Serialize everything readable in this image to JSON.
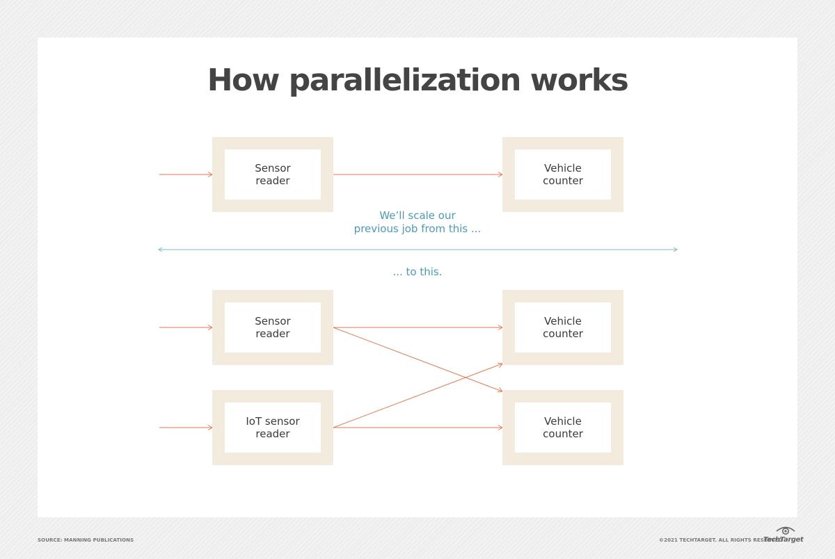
{
  "title": "How parallelization works",
  "top_diagram": {
    "source_node": "Sensor\nreader",
    "target_node": "Vehicle\ncounter"
  },
  "caption_before": "We’ll scale our\nprevious job from this ...",
  "caption_after": "... to this.",
  "bottom_diagram": {
    "source_nodes": [
      "Sensor\nreader",
      "IoT sensor\nreader"
    ],
    "target_nodes": [
      "Vehicle\ncounter",
      "Vehicle\ncounter"
    ]
  },
  "footer": {
    "source": "SOURCE: MANNING PUBLICATIONS",
    "copyright": "©2021 TECHTARGET. ALL RIGHTS RESERVED",
    "brand": "TechTarget"
  },
  "colors": {
    "flow_arrow": "#e07a55",
    "divider": "#7fb8c9",
    "caption": "#4a9bb8",
    "node_frame": "#f3ecde"
  }
}
